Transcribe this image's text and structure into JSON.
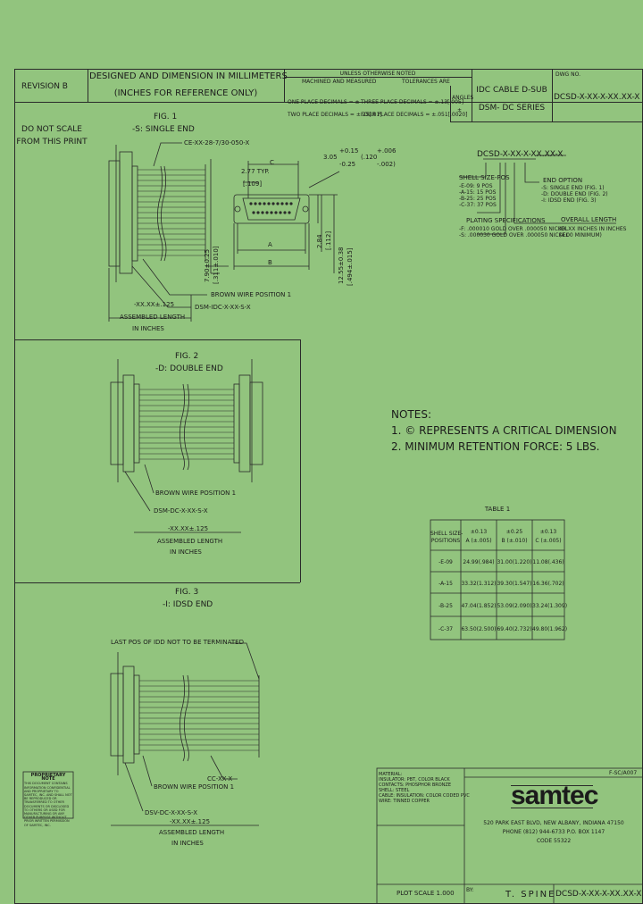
{
  "title_block": {
    "revision": "REVISION B",
    "designed_line1": "DESIGNED AND DIMENSION IN MILLIMETERS",
    "designed_line2": "(INCHES FOR REFERENCE ONLY)",
    "tolerance_header": "UNLESS OTHERWISE NOTED",
    "tolerance_sub1": "MACHINED AND MEASURED",
    "tolerance_sub2": "TOLERANCES ARE",
    "one_place": "ONE PLACE DECIMALS = ±",
    "two_place": "TWO PLACE DECIMALS = ±.25[.01]",
    "three_place": "THREE PLACE DECIMALS = ±.13[.005]",
    "four_place": "FOUR PLACE DECIMALS = ±.051[.0020]",
    "angles": "ANGLES",
    "angles_val": "±",
    "product_line1": "IDC CABLE D-SUB",
    "product_line2": "DSM- DC SERIES",
    "dwg_label": "DWG NO.",
    "part_number": "DCSD-X-XX-X-XX.XX-X"
  },
  "dnscale": {
    "line1": "DO NOT SCALE",
    "line2": "FROM THIS PRINT"
  },
  "fig1": {
    "title": "FIG. 1",
    "subtitle": "-S: SINGLE END",
    "cable_label": "CE-XX-28-7/30-050-X",
    "pitch_dim": "2.77 TYP.",
    "pitch_in": "[.109]",
    "dim_c": "C",
    "dim_a": "A",
    "dim_b": "B",
    "tol_top": "+0.15",
    "tol_mid": "3.05",
    "tol_bot": "-0.25",
    "tol_in_top": "+.006",
    "tol_in_mid": "(.120",
    "tol_in_bot": "-.002)",
    "height1": "2.84",
    "height1_in": "[.112]",
    "height2": "7.90±0.25",
    "height2_in": "[.311±.010]",
    "height3": "12.55±0.38",
    "height3_in": "[.494±.015]",
    "brown_wire": "BROWN WIRE POSITION 1",
    "dsm_label": "DSM-IDC-X-XX-S-X",
    "length": "-XX.XX±.125",
    "assembled": "ASSEMBLED LENGTH",
    "inches": "IN INCHES"
  },
  "order": {
    "code": "DCSD-X-XX-X-XX.XX-X",
    "shell_title": "SHELL SIZE-POS",
    "shell_opts": [
      "-E-09: 9 POS",
      "-A-15: 15 POS",
      "-B-25: 25 POS",
      "-C-37: 37 POS"
    ],
    "end_title": "END OPTION",
    "end_opts": [
      "-S: SINGLE END (FIG. 1)",
      "-D: DOUBLE END (FIG. 2)",
      "-I: IDSD END (FIG. 3)"
    ],
    "plating_title": "PLATING SPECIFICATIONS",
    "plating_opts": [
      "-F: .000010 GOLD OVER .000050 NICKEL",
      "-S: .000030 GOLD OVER .000050 NICKEL"
    ],
    "overall_title": "OVERALL LENGTH",
    "overall_opts": [
      "XX.XX INCHES IN INCHES",
      "(4.00 MINIMUM)"
    ]
  },
  "fig2": {
    "title": "FIG. 2",
    "subtitle": "-D: DOUBLE END",
    "brown_wire": "BROWN WIRE POSITION 1",
    "dsm_label": "DSM-DC-X-XX-S-X",
    "length": "-XX.XX±.125",
    "assembled": "ASSEMBLED LENGTH",
    "inches": "IN INCHES"
  },
  "notes": {
    "title": "NOTES:",
    "n1": "1.  © REPRESENTS A CRITICAL DIMENSION",
    "n2": "2.  MINIMUM RETENTION FORCE: 5 LBS."
  },
  "table1": {
    "title": "TABLE 1",
    "h_shell1": "SHELL SIZE-",
    "h_shell2": "POSITIONS",
    "h_a_tol": "±0.13",
    "h_a": "A (±.005)",
    "h_b_tol": "±0.25",
    "h_b": "B (±.010)",
    "h_c_tol": "±0.13",
    "h_c": "C (±.005)",
    "rows": [
      {
        "pos": "-E-09",
        "a": "24.99(.984)",
        "b": "31.00(1.220)",
        "c": "11.08(.436)"
      },
      {
        "pos": "-A-15",
        "a": "33.32(1.312)",
        "b": "39.30(1.547)",
        "c": "16.36(.702)"
      },
      {
        "pos": "-B-25",
        "a": "47.04(1.852)",
        "b": "53.09(2.090)",
        "c": "33.24(1.309)"
      },
      {
        "pos": "-C-37",
        "a": "63.50(2.500)",
        "b": "69.40(2.732)",
        "c": "49.80(1.962)"
      }
    ]
  },
  "fig3": {
    "title": "FIG. 3",
    "subtitle": "-I: IDSD END",
    "last_pos": "LAST POS OF IDD NOT TO BE TERMINATED",
    "brown_wire": "BROWN WIRE POSITION 1",
    "cc_label": "CC-XX-X",
    "dsm_label": "DSV-DC-X-XX-S-X",
    "length": "-XX.XX±.125",
    "assembled": "ASSEMBLED LENGTH",
    "inches": "IN INCHES"
  },
  "proprietary": {
    "title": "PROPRIETARY NOTE",
    "body": "THIS DOCUMENT CONTAINS INFORMATION CONFIDENTIAL AND PROPRIETARY TO SAMTEC, INC. AND SHALL NOT BE REPRODUCED OR TRANSFERRED TO OTHER DOCUMENTS OR DISCLOSED TO OTHERS OR USED FOR MANUFACTURING OR ANY OTHER PURPOSE WITHOUT PRIOR WRITTEN PERMISSION OF SAMTEC, INC."
  },
  "materials": {
    "title": "MATERIAL:",
    "l1": "INSULATOR: PBT, COLOR BLACK",
    "l2": "CONTACTS: PHOSPHOR BRONZE",
    "l3": "SHELL: STEEL",
    "l4": "CABLE: INSULATION: COLOR CODED PVC",
    "l5": "WIRE: TINNED COPPER"
  },
  "company": {
    "doc_ref": "F-SC/A007",
    "logo": "samtec",
    "addr1": "520 PARK EAST BLVD,  NEW ALBANY, INDIANA 47150",
    "addr2": "PHONE (812) 944-6733   P.O. BOX 1147",
    "addr3": "CODE 55322",
    "scale": "PLOT SCALE 1.000",
    "by_label": "BY:",
    "drawn_by": "T. SPINE",
    "part_number": "DCSD-X-XX-X-XX.XX-X"
  },
  "colors": {
    "background": "#92c47e",
    "ink": "#2a2a2a"
  }
}
